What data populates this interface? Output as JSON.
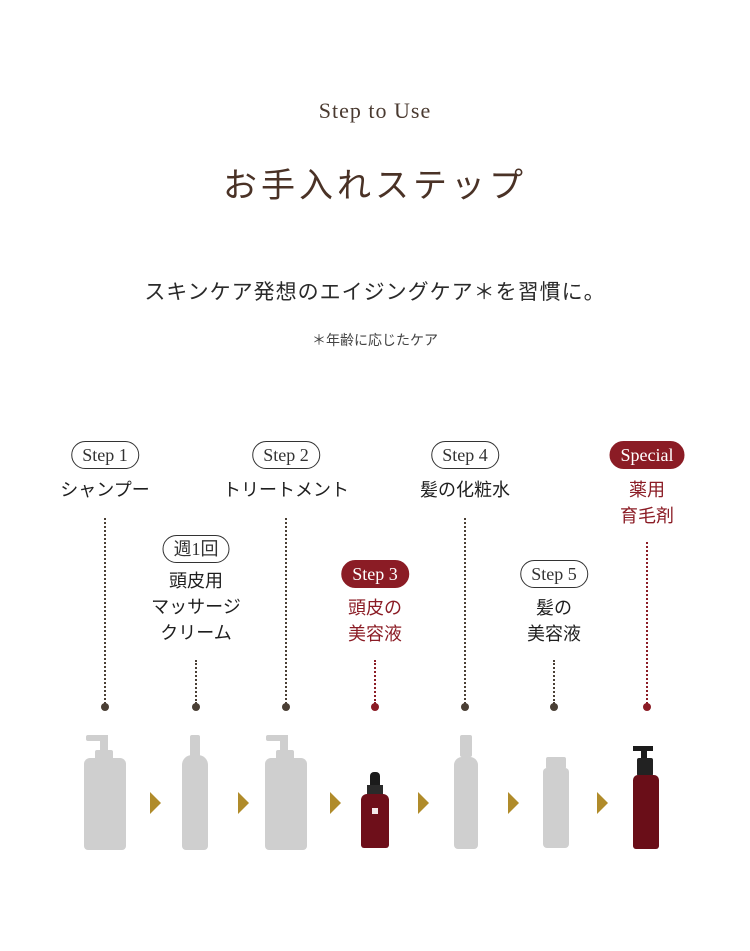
{
  "header": {
    "eyebrow": "Step to Use",
    "title": "お手入れステップ",
    "lead": "スキンケア発想のエイジングケア＊を習慣に。",
    "note": "＊年齢に応じたケア"
  },
  "steps": [
    {
      "badge": "Step 1",
      "label": "シャンプー"
    },
    {
      "badge": "週1回",
      "label_lines": [
        "頭皮用",
        "マッサージ",
        "クリーム"
      ]
    },
    {
      "badge": "Step 2",
      "label": "トリートメント"
    },
    {
      "badge": "Step 3",
      "label_lines": [
        "頭皮の",
        "美容液"
      ]
    },
    {
      "badge": "Step 4",
      "label": "髪の化粧水"
    },
    {
      "badge": "Step 5",
      "label_lines": [
        "髪の",
        "美容液"
      ]
    },
    {
      "badge": "Special",
      "label_lines": [
        "薬用",
        "育毛剤"
      ]
    }
  ],
  "colors": {
    "accent_red": "#8b1c25",
    "arrow_gold": "#b08b2a",
    "text_brown": "#4a3226",
    "placeholder_gray": "#cfcfcf"
  }
}
